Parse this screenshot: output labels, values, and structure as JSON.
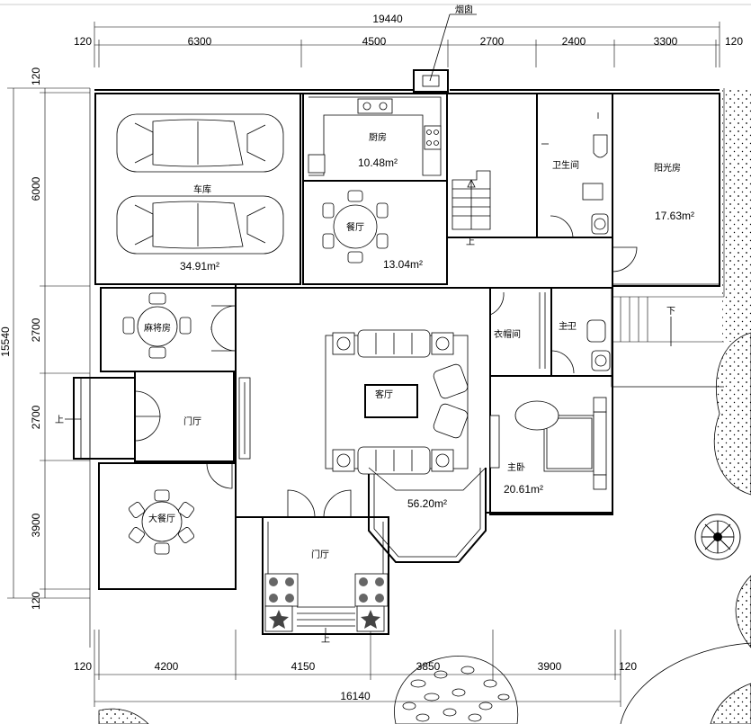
{
  "dimensions": {
    "top_total": "19440",
    "top_segments": [
      "120",
      "6300",
      "4500",
      "2700",
      "2400",
      "3300",
      "120"
    ],
    "left_total": "15540",
    "left_segments": [
      "120",
      "6000",
      "2700",
      "2700",
      "3900",
      "120"
    ],
    "bottom_total": "16140",
    "bottom_segments": [
      "120",
      "4200",
      "4150",
      "3850",
      "3900",
      "120"
    ]
  },
  "labels": {
    "chimney": "烟囱",
    "garage": "车库",
    "kitchen": "厨房",
    "dining": "餐厅",
    "bathroom": "卫生间",
    "sunroom": "阳光房",
    "mahjong": "麻将房",
    "foyer": "门厅",
    "living": "客厅",
    "closet": "衣帽间",
    "master_bath": "主卫",
    "master_bed": "主卧",
    "big_dining": "大餐厅",
    "entrance": "门厅",
    "up1": "上",
    "up2": "上",
    "up3": "上",
    "down1": "下"
  },
  "areas": {
    "kitchen": "10.48m²",
    "dining": "13.04m²",
    "garage": "34.91m²",
    "sunroom": "17.63m²",
    "living": "56.20m²",
    "master_bed": "20.61m²"
  }
}
